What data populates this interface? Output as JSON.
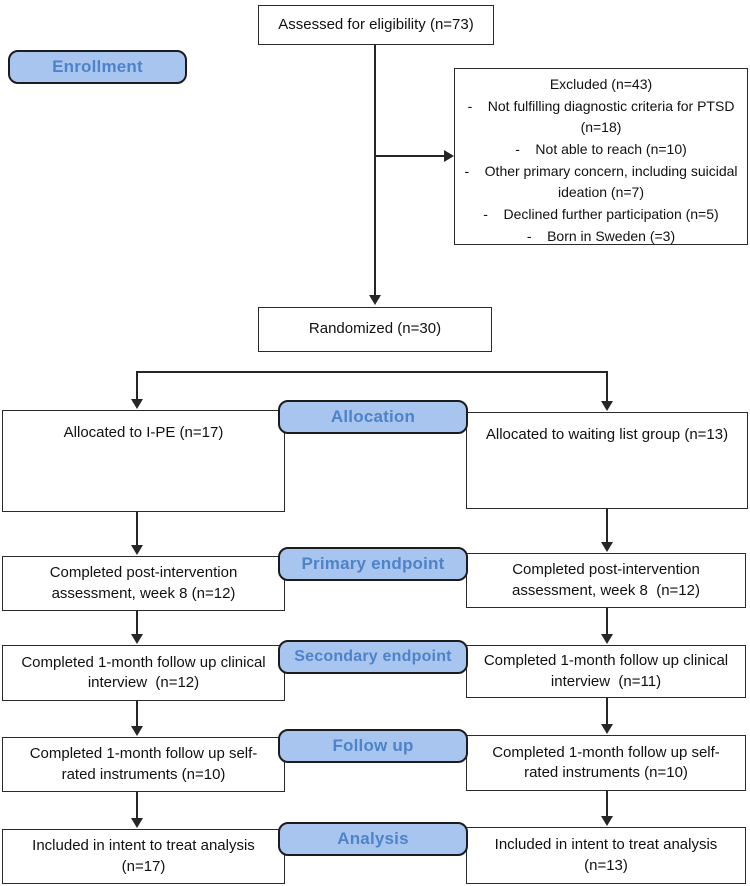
{
  "colors": {
    "stage_fill": "#a8c5f0",
    "stage_text": "#4f83c8",
    "box_border": "#2a2a2a",
    "connector": "#262626",
    "background": "#ffffff",
    "text": "#111111"
  },
  "boxes": {
    "assessed": "Assessed for eligibility (n=73)",
    "randomized": "Randomized (n=30)"
  },
  "stage_labels": {
    "enrollment": "Enrollment",
    "allocation": "Allocation",
    "primary_endpoint": "Primary endpoint",
    "secondary_endpoint": "Secondary endpoint",
    "follow_up": "Follow up",
    "analysis": "Analysis"
  },
  "excluded": {
    "title": "Excluded (n=43)",
    "items": [
      "-    Not fulfilling diagnostic criteria for PTSD (n=18)",
      "-    Not able to reach (n=10)",
      "-    Other primary concern, including suicidal ideation (n=7)",
      "-    Declined further participation (n=5)",
      "-    Born in Sweden (=3)"
    ]
  },
  "left_column": {
    "allocated": "Allocated to I-PE (n=17)",
    "post_intervention": "Completed post-intervention assessment, week 8 (n=12)",
    "clinical_interview": "Completed 1-month follow up clinical interview  (n=12)",
    "self_rated": "Completed 1-month follow up self-rated instruments (n=10)",
    "intent_to_treat": "Included in intent to treat analysis (n=17)"
  },
  "right_column": {
    "allocated": "Allocated to waiting list group (n=13)",
    "post_intervention": "Completed post-intervention assessment, week 8  (n=12)",
    "clinical_interview": "Completed 1-month follow up clinical interview  (n=11)",
    "self_rated": "Completed 1-month follow up self-rated instruments (n=10)",
    "intent_to_treat": "Included in intent to treat analysis (n=13)"
  }
}
